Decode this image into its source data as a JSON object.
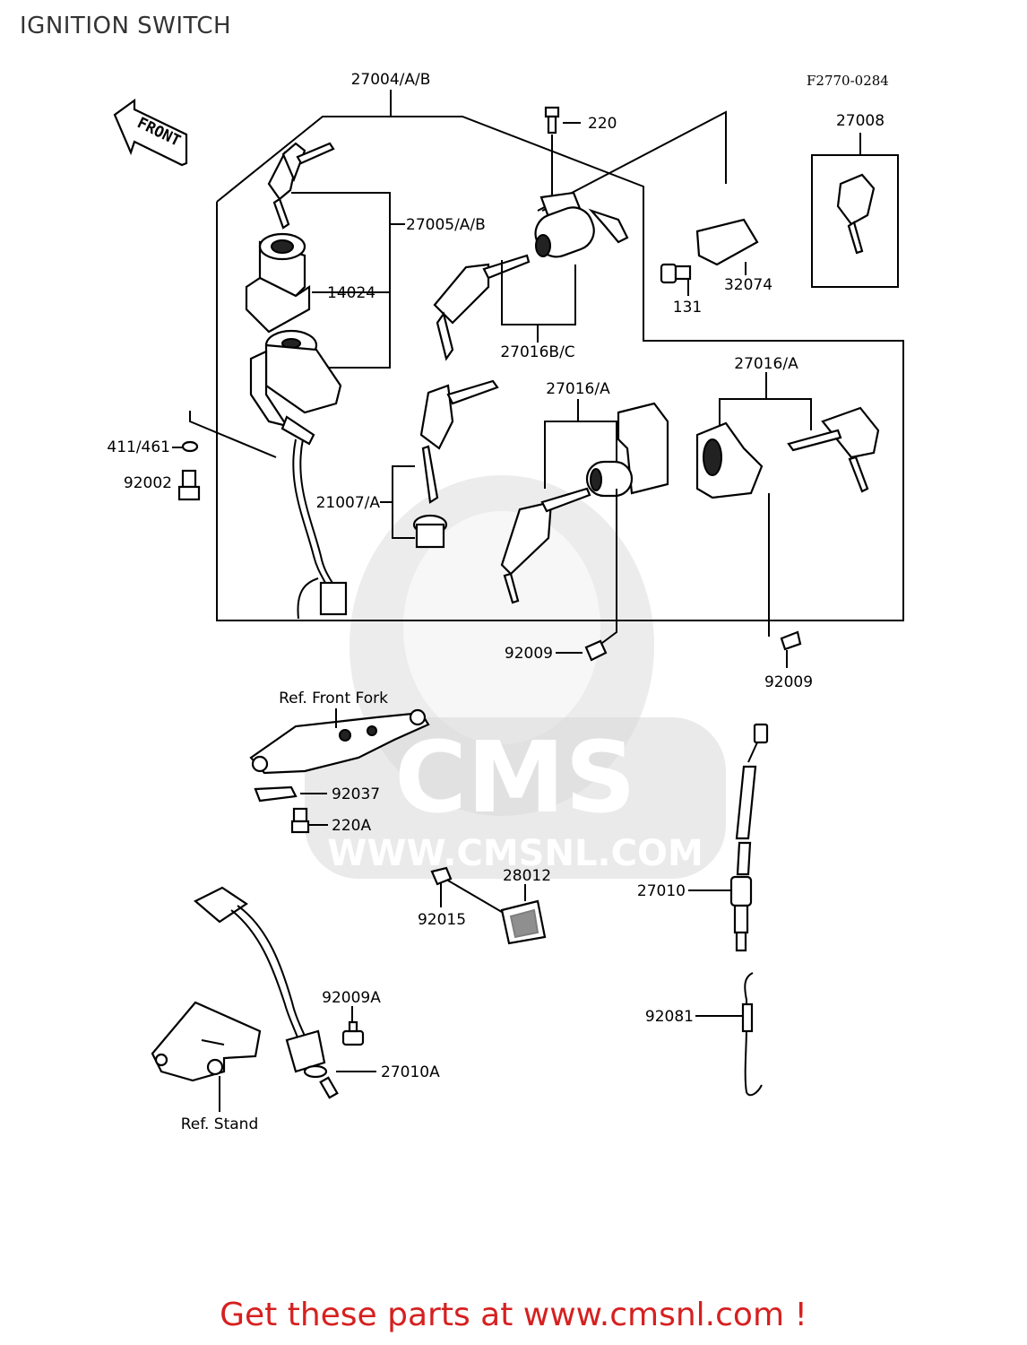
{
  "page_title": "IGNITION SWITCH",
  "diagram_code": "F2770-0284",
  "front_arrow_label": "FRONT",
  "watermark": {
    "brand": "CMS",
    "url": "WWW.CMSNL.COM"
  },
  "labels": {
    "p27004": "27004/A/B",
    "p27005": "27005/A/B",
    "p14024": "14024",
    "p220": "220",
    "p27008": "27008",
    "p131": "131",
    "p32074": "32074",
    "p27016bc": "27016B/C",
    "p27016a_mid": "27016/A",
    "p27016a_right": "27016/A",
    "p411": "411/461",
    "p92002": "92002",
    "p21007": "21007/A",
    "p92009_mid": "92009",
    "p92009_right": "92009",
    "ref_front_fork": "Ref. Front Fork",
    "p92037": "92037",
    "p220a": "220A",
    "p28012": "28012",
    "p92015": "92015",
    "p27010": "27010",
    "p92009a": "92009A",
    "p27010a": "27010A",
    "p92081": "92081",
    "ref_stand": "Ref. Stand"
  },
  "footer_text": "Get these parts at www.cmsnl.com !"
}
